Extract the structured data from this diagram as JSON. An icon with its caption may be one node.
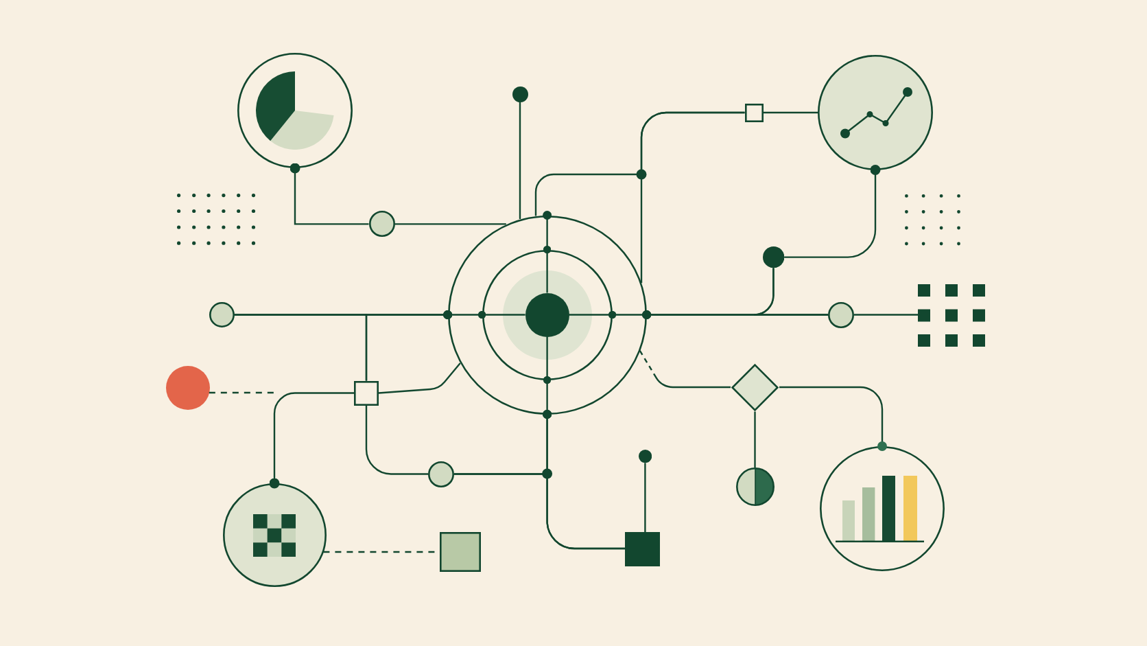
{
  "diagram": {
    "nodes": [
      {
        "text": [],
        "shape": "circle"
      },
      {
        "text": [],
        "shape": "circle"
      },
      {
        "text": [],
        "shape": "box"
      },
      {
        "text": [],
        "shape": "circle"
      },
      {
        "text": [],
        "shape": "circle"
      },
      {
        "text": [],
        "shape": "circle"
      },
      {
        "text": [],
        "shape": "circle",
        "in": 5
      },
      {
        "text": [],
        "shape": "circle",
        "in": 6
      },
      {
        "text": [],
        "shape": "circle"
      },
      {
        "text": [],
        "shape": "circle"
      },
      {
        "text": [],
        "shape": "circle"
      },
      {
        "text": [],
        "shape": "grid"
      },
      {
        "text": [],
        "shape": "circle"
      },
      {
        "text": [],
        "shape": "box"
      },
      {
        "text": [],
        "shape": "diamond"
      },
      {
        "text": [],
        "shape": "circle"
      },
      {
        "text": [],
        "shape": "circle"
      },
      {
        "text": [],
        "shape": "circle"
      },
      {
        "text": [],
        "shape": "circle"
      },
      {
        "text": [],
        "shape": "circle"
      },
      {
        "text": [],
        "shape": "box"
      },
      {
        "text": [],
        "shape": "box"
      }
    ],
    "edges": [
      {
        "from": 0,
        "to": 4,
        "arrow": "other"
      },
      {
        "from": 4,
        "to": 5,
        "arrow": "none"
      },
      {
        "from": 1,
        "to": 5,
        "arrow": "none"
      },
      {
        "from": 5,
        "to": 2,
        "arrow": "none"
      },
      {
        "from": 5,
        "to": 2,
        "arrow": "none"
      },
      {
        "from": 2,
        "to": 3,
        "arrow": "none"
      },
      {
        "from": 3,
        "to": 8,
        "arrow": "other"
      },
      {
        "from": 8,
        "to": 5,
        "arrow": "other"
      },
      {
        "from": 8,
        "to": 10,
        "arrow": "none"
      },
      {
        "from": 5,
        "to": 10,
        "arrow": "other"
      },
      {
        "from": 10,
        "to": 11,
        "arrow": "none"
      },
      {
        "from": 9,
        "to": 5,
        "arrow": "other"
      },
      {
        "from": 9,
        "to": 13,
        "arrow": "none"
      },
      {
        "from": 5,
        "to": 13,
        "arrow": "other"
      },
      {
        "from": 5,
        "to": 6,
        "arrow": "other"
      },
      {
        "from": 5,
        "to": 6,
        "arrow": "other"
      },
      {
        "from": 5,
        "to": 6,
        "arrow": "other"
      },
      {
        "from": 5,
        "to": 6,
        "arrow": "other"
      },
      {
        "from": 6,
        "to": 7,
        "arrow": "other"
      },
      {
        "from": 6,
        "to": 7,
        "arrow": "other"
      },
      {
        "from": 6,
        "to": 7,
        "arrow": "other"
      },
      {
        "from": 6,
        "to": 7,
        "arrow": "other"
      },
      {
        "from": 13,
        "to": 5,
        "arrow": "none"
      },
      {
        "from": 12,
        "to": null,
        "arrow": "none",
        "style": "dashed"
      },
      {
        "from": 18,
        "to": 13,
        "arrow": "other"
      },
      {
        "from": 13,
        "to": 15,
        "arrow": "none"
      },
      {
        "from": 15,
        "to": 21,
        "arrow": "none"
      },
      {
        "from": 5,
        "to": 21,
        "arrow": "other"
      },
      {
        "from": 15,
        "to": 5,
        "arrow": "other"
      },
      {
        "from": 16,
        "to": 21,
        "arrow": "none"
      },
      {
        "from": 5,
        "to": 14,
        "arrow": "none",
        "style": "dashed"
      },
      {
        "from": 14,
        "to": 17,
        "arrow": "none"
      },
      {
        "from": 19,
        "to": 14,
        "arrow": "other"
      },
      {
        "from": 18,
        "to": 20,
        "arrow": "none",
        "style": "dashed"
      }
    ]
  }
}
